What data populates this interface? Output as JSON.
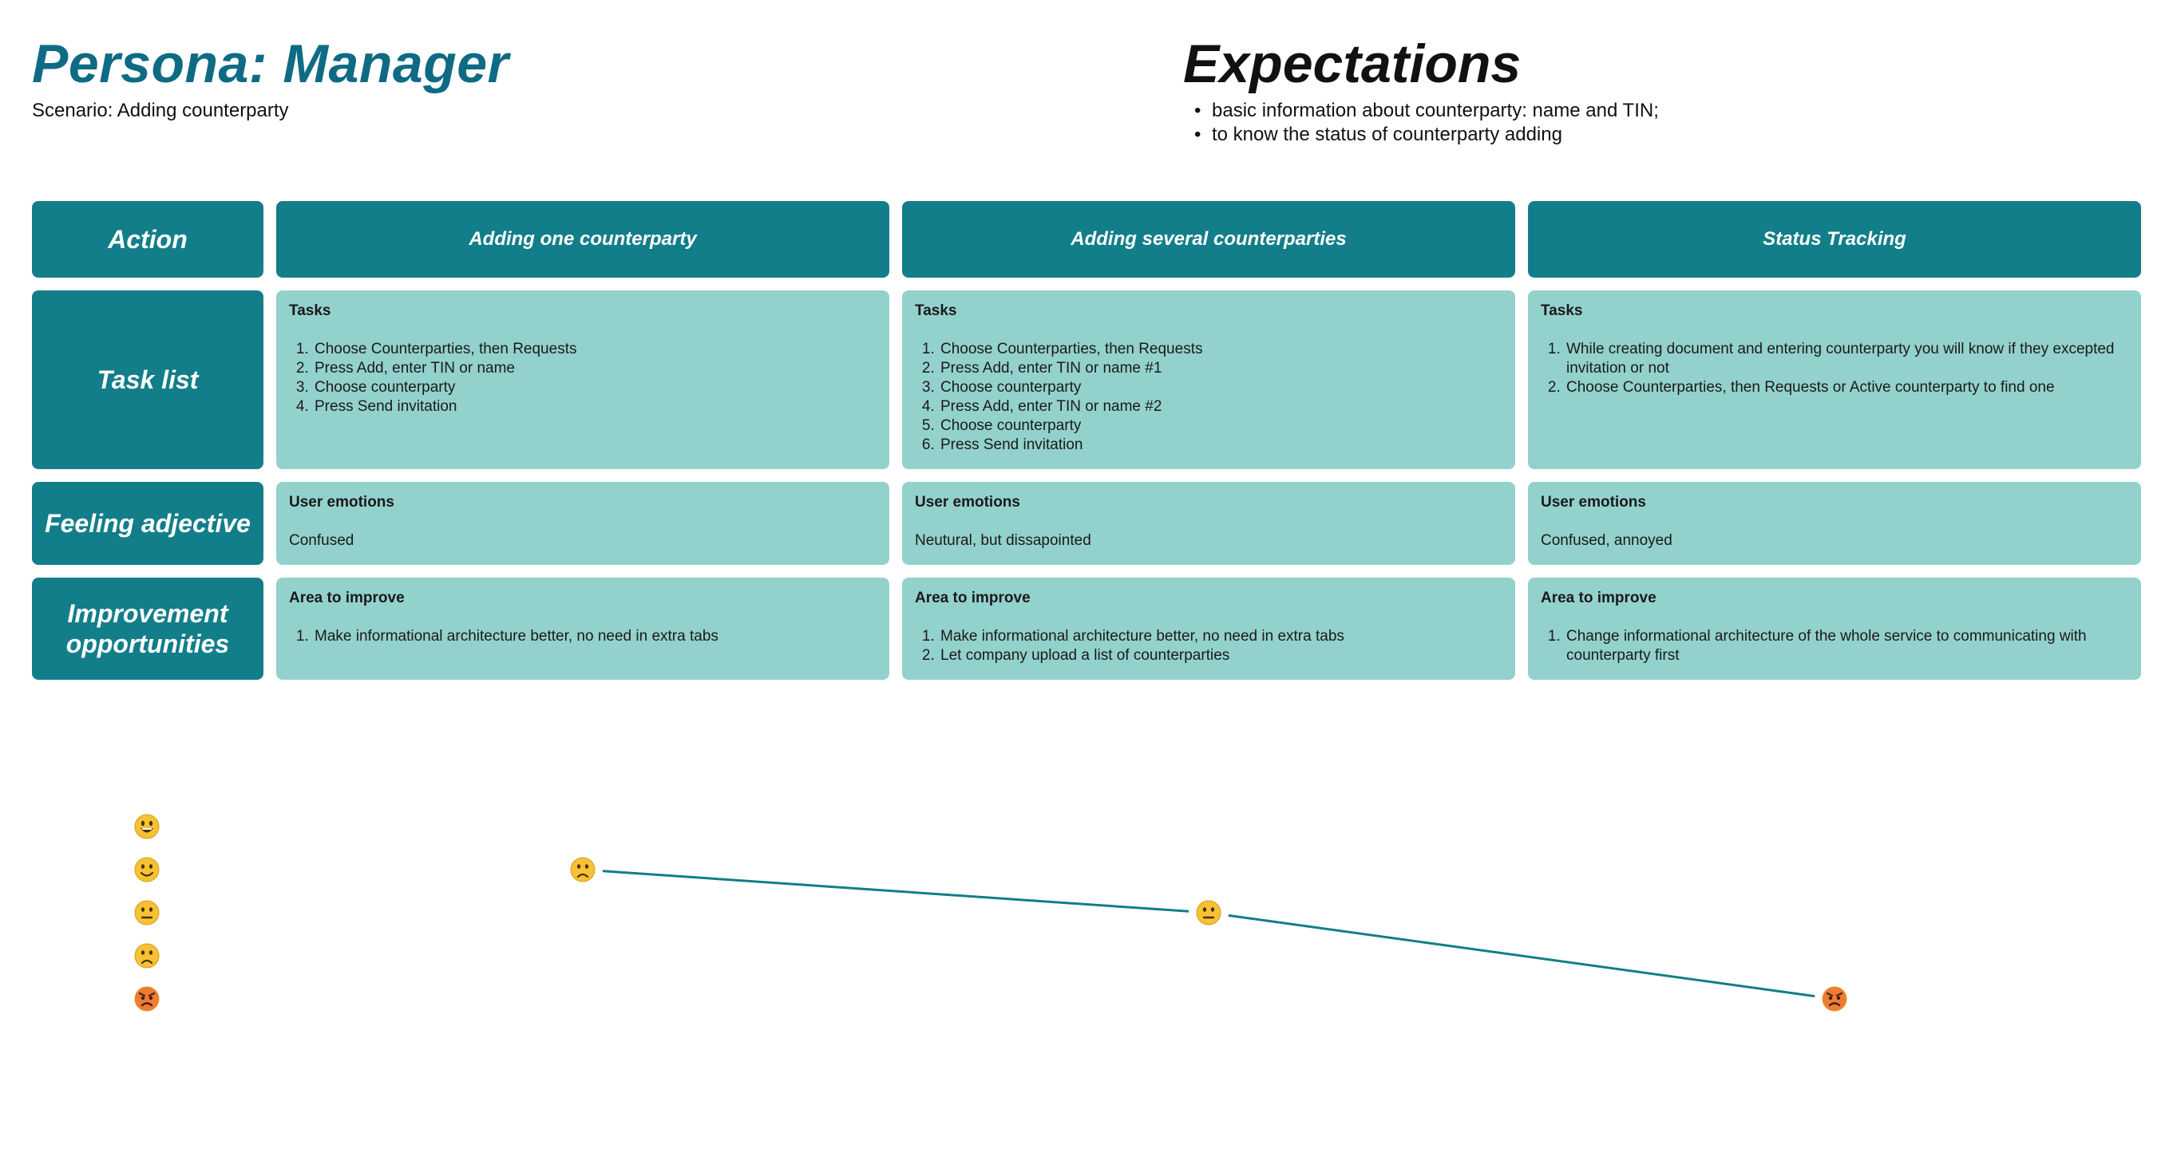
{
  "header": {
    "title": "Persona: Manager",
    "scenario": "Scenario: Adding counterparty"
  },
  "expectations": {
    "title": "Expectations",
    "items": [
      "basic information about counterparty: name and TIN;",
      "to know the status of counterparty adding"
    ]
  },
  "row_labels": {
    "action": "Action",
    "tasks": "Task list",
    "feeling": "Feeling adjective",
    "improvement": "Improvement opportunities"
  },
  "columns": [
    {
      "heading": "Adding one counterparty",
      "tasks_title": "Tasks",
      "tasks": [
        "Choose Counterparties, then Requests",
        "Press Add, enter TIN or name",
        "Choose counterparty",
        "Press Send invitation"
      ],
      "emotions_title": "User emotions",
      "emotions": "Confused",
      "improve_title": "Area to improve",
      "improve": [
        "Make informational architecture better, no need in extra tabs"
      ]
    },
    {
      "heading": "Adding several counterparties",
      "tasks_title": "Tasks",
      "tasks": [
        "Choose Counterparties, then Requests",
        "Press Add, enter TIN or name #1",
        "Choose counterparty",
        "Press Add, enter TIN or name #2",
        "Choose counterparty",
        "Press Send invitation"
      ],
      "emotions_title": "User emotions",
      "emotions": "Neutural, but dissapointed",
      "improve_title": "Area to improve",
      "improve": [
        "Make informational architecture better, no need in extra tabs",
        "Let company upload a list of counterparties"
      ]
    },
    {
      "heading": "Status Tracking",
      "tasks_title": "Tasks",
      "tasks": [
        "While creating document and entering counterparty you will know if they excepted invitation or not",
        "Choose Counterparties, then Requests or Active counterparty to find one"
      ],
      "emotions_title": "User emotions",
      "emotions": "Confused, annoyed",
      "improve_title": "Area to improve",
      "improve": [
        "Change  informational architecture of the whole service to communicating with  counterparty first"
      ]
    }
  ],
  "emotion_curve": {
    "scale": [
      "grinning",
      "smiling",
      "neutral",
      "slightly-frowning",
      "angry"
    ],
    "scale_colors": {
      "face": "#f6c233",
      "angry_face": "#f07b35",
      "line": "#127e89"
    },
    "points": [
      {
        "stage": "Adding one counterparty",
        "level": 4,
        "face": "slightly-frowning"
      },
      {
        "stage": "Adding several counterparties",
        "level": 3,
        "face": "neutral"
      },
      {
        "stage": "Status Tracking",
        "level": 1,
        "face": "angry"
      }
    ]
  }
}
